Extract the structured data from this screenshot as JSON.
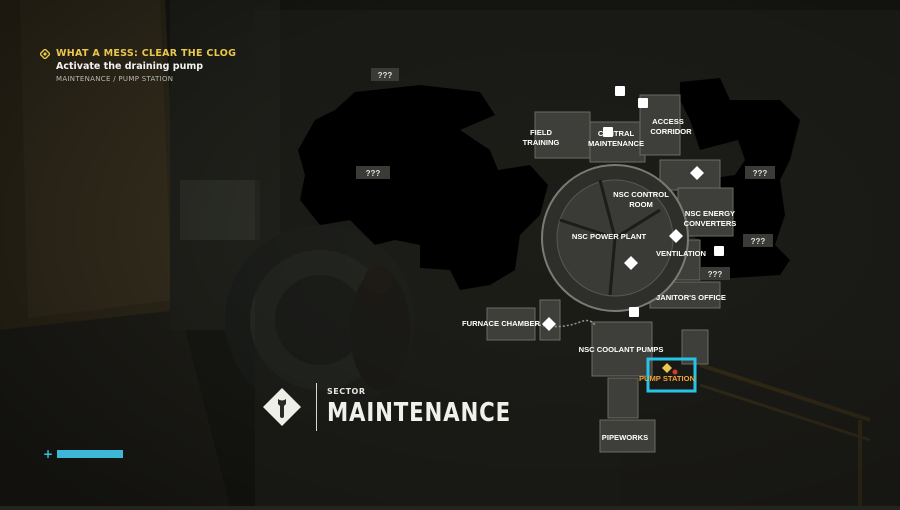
{
  "mission": {
    "title": "WHAT A MESS: CLEAR THE CLOG",
    "objective": "Activate the draining pump",
    "location": "MAINTENANCE / PUMP STATION"
  },
  "sector": {
    "label": "SECTOR",
    "name": "MAINTENANCE"
  },
  "player": {
    "health_fraction": 1.0
  },
  "map": {
    "unknown": "???",
    "rooms": {
      "field_training_1": "FIELD",
      "field_training_2": "TRAINING",
      "central_maintenance_1": "CENTRAL",
      "central_maintenance_2": "MAINTENANCE",
      "access_corridor_1": "ACCESS",
      "access_corridor_2": "CORRIDOR",
      "nsc_control_room_1": "NSC CONTROL",
      "nsc_control_room_2": "ROOM",
      "nsc_energy_converters_1": "NSC ENERGY",
      "nsc_energy_converters_2": "CONVERTERS",
      "nsc_power_plant": "NSC POWER PLANT",
      "ventilation": "VENTILATION",
      "janitors_office": "JANITOR'S OFFICE",
      "furnace_chamber": "FURNACE CHAMBER",
      "nsc_coolant_pumps": "NSC COOLANT PUMPS",
      "pump_station": "PUMP STATION",
      "pipeworks": "PIPEWORKS"
    }
  },
  "colors": {
    "objective_yellow": "#e9c84a",
    "highlight_cyan": "#27c3e6",
    "health_blue": "#3db7d8",
    "pump_station_orange": "#f2a43a"
  }
}
